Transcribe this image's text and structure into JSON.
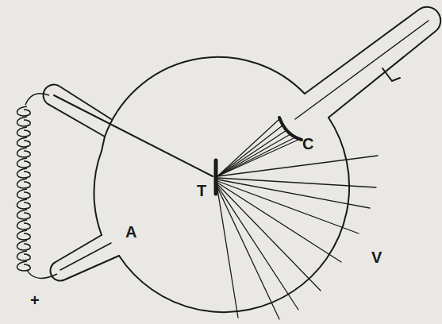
{
  "diagram": {
    "labels": [
      "C",
      "T",
      "A",
      "V",
      "+"
    ]
  }
}
